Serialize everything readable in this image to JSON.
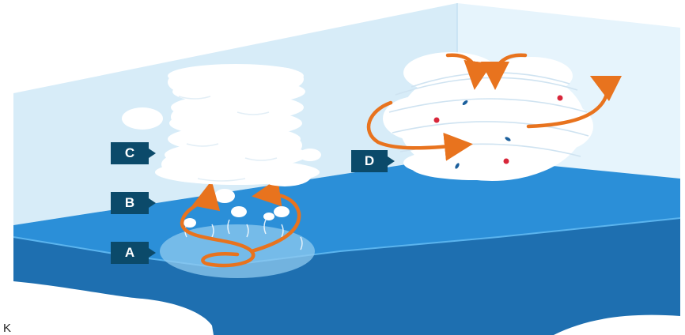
{
  "labels": {
    "a": "A",
    "b": "B",
    "c": "C",
    "d": "D"
  },
  "corner_text": "K",
  "colors": {
    "wall_back": "#d7ecf8",
    "wall_side": "#e6f4fc",
    "ocean_top": "#2b8fd8",
    "ocean_front": "#1e6fb0",
    "ocean_edge": "#3a9fe4",
    "arrow": "#e8731e",
    "tag": "#0b4a6a",
    "cloud": "#ffffff",
    "debris_red": "#d8263a",
    "debris_blue": "#1b5f9c"
  }
}
